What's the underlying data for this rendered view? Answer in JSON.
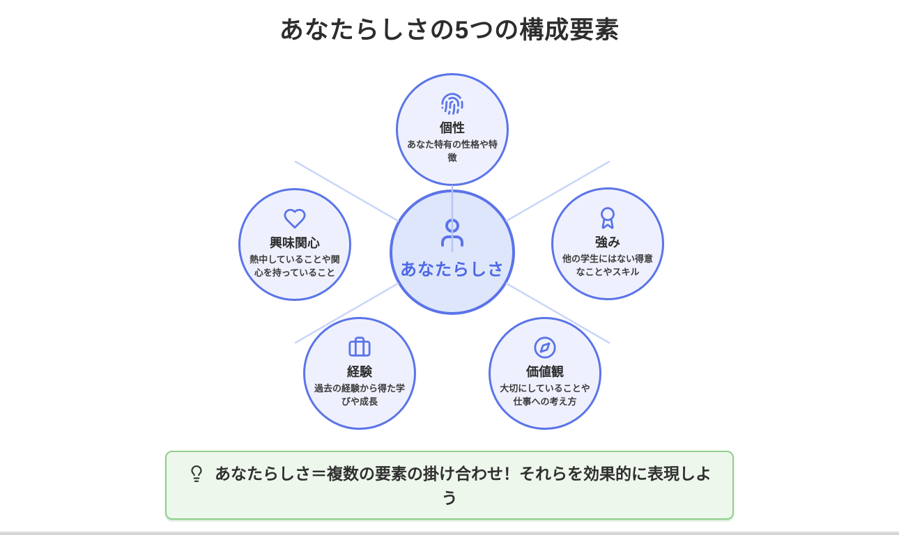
{
  "title": "あなたらしさの5つの構成要素",
  "center": {
    "label": "あなたらしさ",
    "icon": "user-icon"
  },
  "nodes": [
    {
      "label": "個性",
      "description": "あなた特有の性格や特徴",
      "icon": "fingerprint-icon"
    },
    {
      "label": "興味関心",
      "description": "熱中していることや関心を持っていること",
      "icon": "heart-icon"
    },
    {
      "label": "強み",
      "description": "他の学生にはない得意なことやスキル",
      "icon": "award-icon"
    },
    {
      "label": "経験",
      "description": "過去の経験から得た学びや成長",
      "icon": "briefcase-icon"
    },
    {
      "label": "価値観",
      "description": "大切にしていることや仕事への考え方",
      "icon": "compass-icon"
    }
  ],
  "callout": {
    "text": "あなたらしさ＝複数の要素の掛け合わせ！それらを効果的に表現しよう",
    "icon": "lightbulb-icon"
  },
  "colors": {
    "node_border": "#5b74e8",
    "node_fill": "#eef1fd",
    "center_fill": "#dee6fb",
    "center_text": "#4c68e6",
    "connector_line": "#c9d6f8",
    "callout_bg": "#eef7ec",
    "callout_border": "#8fcf8d",
    "title_text": "#2d2d2d"
  }
}
